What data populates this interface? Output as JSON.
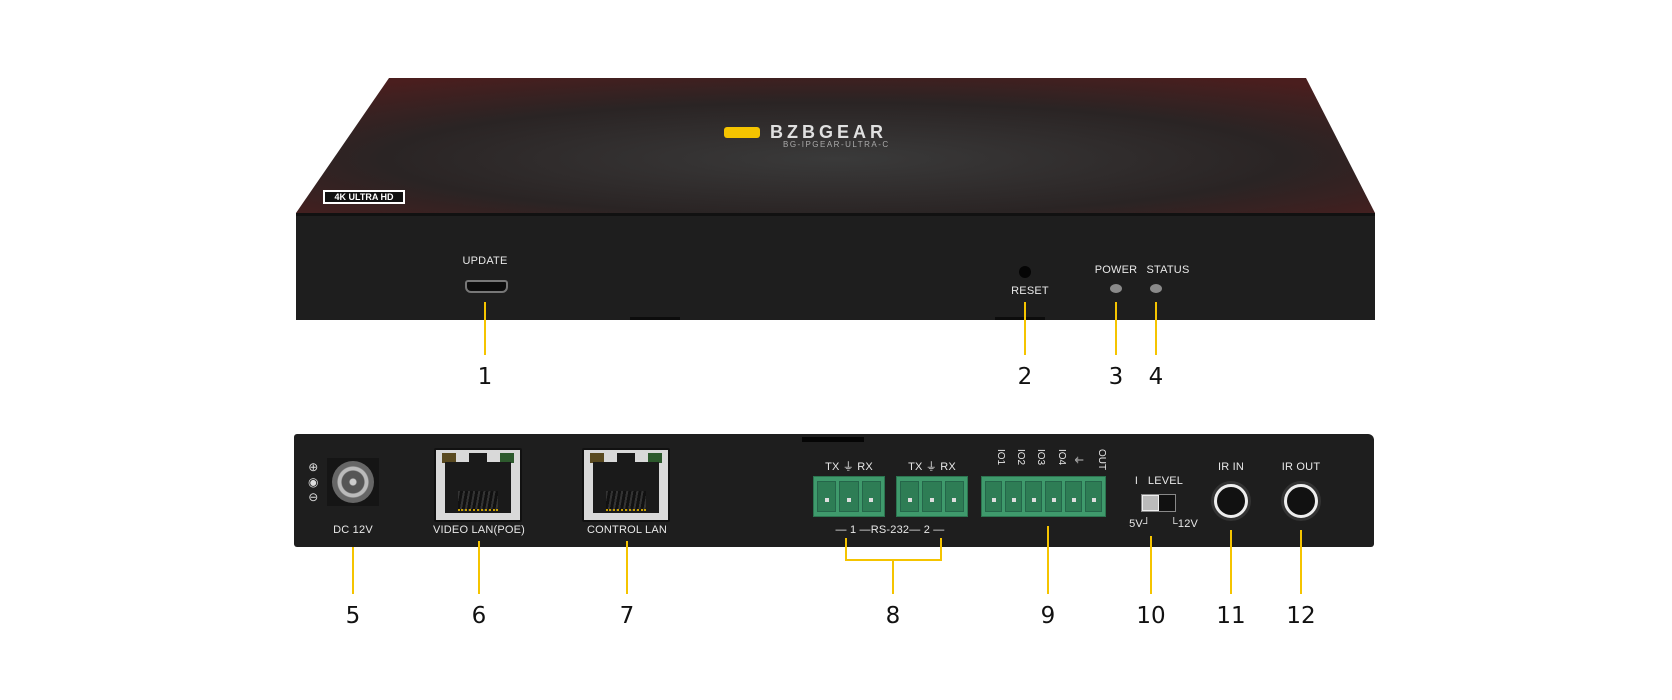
{
  "front_panel": {
    "brand": "BZBGEAR",
    "model": "BG-IPGEAR-ULTRA-C",
    "badge": "4K ULTRA HD",
    "update_label": "UPDATE",
    "reset_label": "RESET",
    "power_label": "POWER",
    "status_label": "STATUS"
  },
  "rear_panel": {
    "dc_label": "DC 12V",
    "video_lan_label": "VIDEO LAN(POE)",
    "control_lan_label": "CONTROL LAN",
    "rs232_1_top": "TX ⏚ RX",
    "rs232_2_top": "TX ⏚ RX",
    "rs232_bottom": "— 1 —RS-232— 2 —",
    "io_labels": [
      "IO1",
      "IO2",
      "IO3",
      "IO4",
      "⏚",
      "OUT"
    ],
    "level_label": "I   LEVEL",
    "level_5v": "5V┘",
    "level_12v": "└12V",
    "ir_in_label": "IR IN",
    "ir_out_label": "IR OUT"
  },
  "callouts": [
    "1",
    "2",
    "3",
    "4",
    "5",
    "6",
    "7",
    "8",
    "9",
    "10",
    "11",
    "12"
  ],
  "colors": {
    "callout": "#f5c400",
    "device": "#1e1e1e",
    "terminal": "#3f9a6c",
    "brand_accent": "#f5c400"
  }
}
